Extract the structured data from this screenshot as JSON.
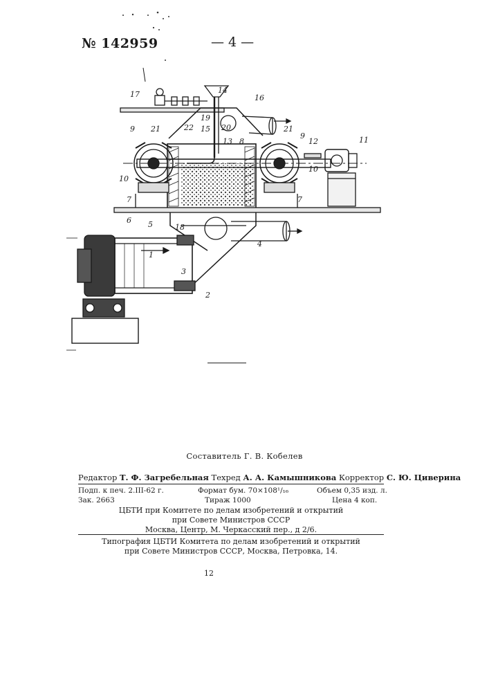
{
  "header": {
    "patent_number": "№ 142959",
    "page_number": "— 4 —"
  },
  "drawing": {
    "labels": [
      "1",
      "2",
      "3",
      "4",
      "5",
      "6",
      "7",
      "7",
      "8",
      "9",
      "9",
      "10",
      "10",
      "11",
      "12",
      "13",
      "14",
      "15",
      "16",
      "17",
      "18",
      "19",
      "20",
      "21",
      "21",
      "22"
    ]
  },
  "imprint": {
    "compiler": "Составитель Г. В. Кобелев",
    "editor_label": "Редактор",
    "editor": "Т. Ф. Загребельная",
    "techred_label": "Техред",
    "techred": "А. А. Камышникова",
    "corrector_label": "Корректор",
    "corrector": "С. Ю. Циверина",
    "signed_to_print": "Подп. к печ. 2.III-62 г.",
    "format": "Формат бум. 70×108¹/₁₆",
    "volume": "Объем 0,35 изд. л.",
    "order": "Зак. 2663",
    "circulation": "Тираж 1000",
    "price": "Цена 4 коп.",
    "org_line1": "ЦБТИ при Комитете по делам изобретений и открытий",
    "org_line2": "при Совете Министров СССР",
    "org_address": "Москва, Центр, М. Черкасский пер., д 2/6.",
    "printer_line1": "Типография ЦБТИ Комитета по делам изобретений и открытий",
    "printer_line2": "при Совете Министров СССР, Москва, Петровка, 14.",
    "folio": "12"
  }
}
